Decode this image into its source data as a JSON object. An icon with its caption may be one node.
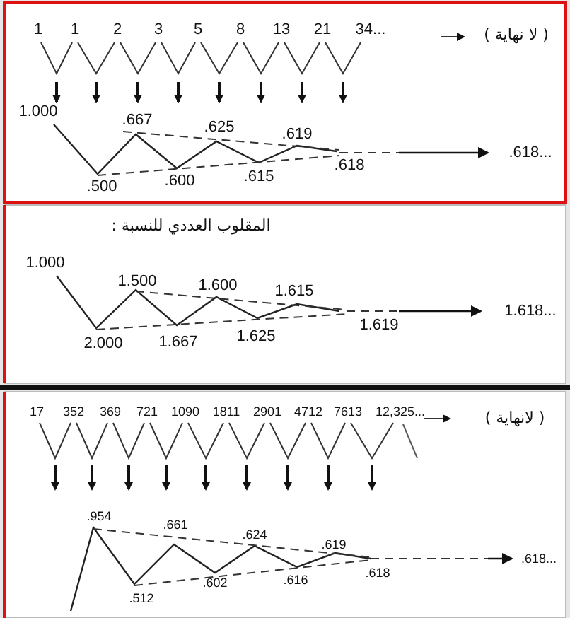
{
  "diagram": {
    "labels": [
      "1",
      "1",
      "2",
      "3",
      "5",
      "8",
      "13",
      "21",
      "34...",
      "( لا نهاية )",
      "1.000",
      ".500",
      ".667",
      ".600",
      ".625",
      ".615",
      ".619",
      ".618",
      ".618...",
      "المقلوب العددي للنسبة :",
      "1.000",
      "2.000",
      "1.500",
      "1.667",
      "1.600",
      "1.625",
      "1.615",
      "1.619",
      "1.618...",
      "17",
      "352",
      "369",
      "721",
      "1090",
      "1811",
      "2901",
      "4712",
      "7613",
      "12,325...",
      "( لانهاية )",
      ".954",
      ".512",
      ".661",
      ".602",
      ".624",
      ".616",
      ".619",
      ".618",
      ".618..."
    ]
  }
}
